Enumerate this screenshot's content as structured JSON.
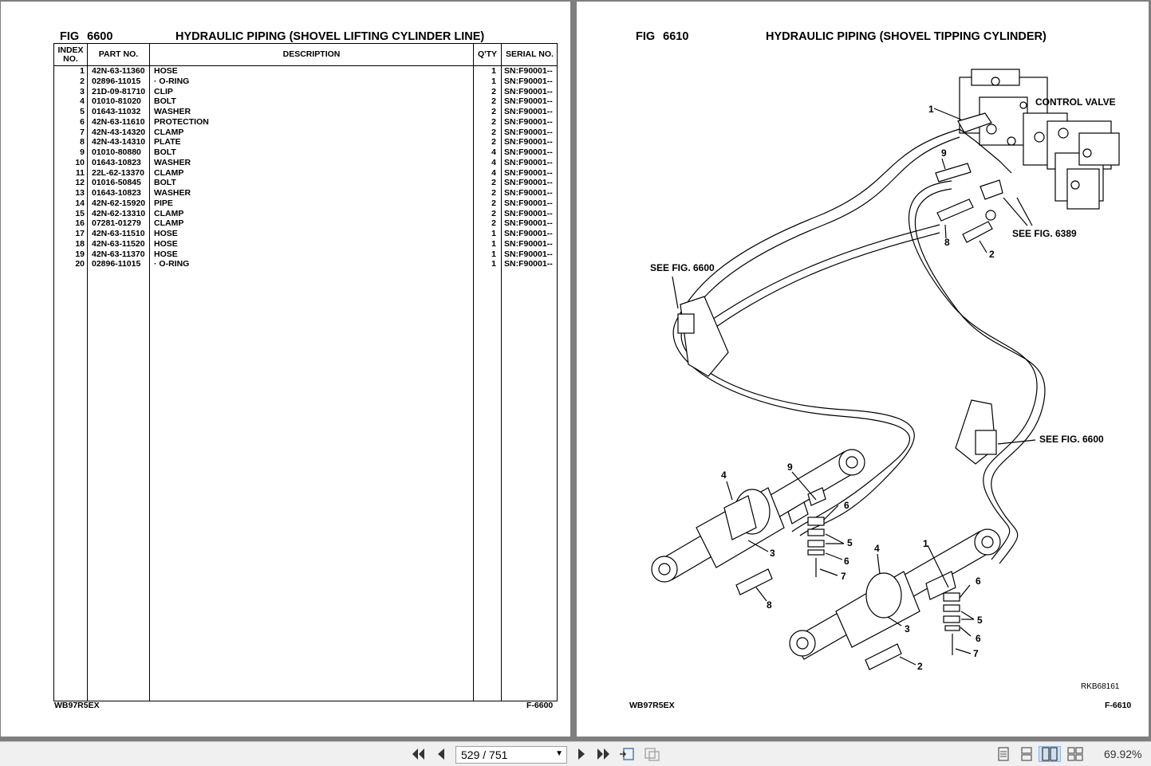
{
  "left_page": {
    "fig_label": "FIG",
    "fig_number": "6600",
    "title": "HYDRAULIC PIPING (SHOVEL LIFTING CYLINDER LINE)",
    "headers": {
      "index": "INDEX NO.",
      "part_no": "PART NO.",
      "description": "DESCRIPTION",
      "qty": "Q'TY",
      "serial": "SERIAL NO."
    },
    "rows": [
      {
        "index": "1",
        "part": "42N-63-11360",
        "desc": "HOSE",
        "qty": "1",
        "serial": "SN:F90001--"
      },
      {
        "index": "2",
        "part": "02896-11015",
        "desc": "·  O-RING",
        "qty": "1",
        "serial": "SN:F90001--"
      },
      {
        "index": "3",
        "part": "21D-09-81710",
        "desc": "CLIP",
        "qty": "2",
        "serial": "SN:F90001--"
      },
      {
        "index": "4",
        "part": "01010-81020",
        "desc": "BOLT",
        "qty": "2",
        "serial": "SN:F90001--"
      },
      {
        "index": "5",
        "part": "01643-11032",
        "desc": "WASHER",
        "qty": "2",
        "serial": "SN:F90001--"
      },
      {
        "index": "6",
        "part": "42N-63-11610",
        "desc": "PROTECTION",
        "qty": "2",
        "serial": "SN:F90001--"
      },
      {
        "index": "7",
        "part": "42N-43-14320",
        "desc": "CLAMP",
        "qty": "2",
        "serial": "SN:F90001--"
      },
      {
        "index": "8",
        "part": "42N-43-14310",
        "desc": "PLATE",
        "qty": "2",
        "serial": "SN:F90001--"
      },
      {
        "index": "9",
        "part": "01010-80880",
        "desc": "BOLT",
        "qty": "4",
        "serial": "SN:F90001--"
      },
      {
        "index": "10",
        "part": "01643-10823",
        "desc": "WASHER",
        "qty": "4",
        "serial": "SN:F90001--"
      },
      {
        "index": "11",
        "part": "22L-62-13370",
        "desc": "CLAMP",
        "qty": "4",
        "serial": "SN:F90001--"
      },
      {
        "index": "12",
        "part": "01016-50845",
        "desc": "BOLT",
        "qty": "2",
        "serial": "SN:F90001--"
      },
      {
        "index": "13",
        "part": "01643-10823",
        "desc": "WASHER",
        "qty": "2",
        "serial": "SN:F90001--"
      },
      {
        "index": "14",
        "part": "42N-62-15920",
        "desc": "PIPE",
        "qty": "2",
        "serial": "SN:F90001--"
      },
      {
        "index": "15",
        "part": "42N-62-13310",
        "desc": "CLAMP",
        "qty": "2",
        "serial": "SN:F90001--"
      },
      {
        "index": "16",
        "part": "07281-01279",
        "desc": "CLAMP",
        "qty": "2",
        "serial": "SN:F90001--"
      },
      {
        "index": "17",
        "part": "42N-63-11510",
        "desc": "HOSE",
        "qty": "1",
        "serial": "SN:F90001--"
      },
      {
        "index": "18",
        "part": "42N-63-11520",
        "desc": "HOSE",
        "qty": "1",
        "serial": "SN:F90001--"
      },
      {
        "index": "19",
        "part": "42N-63-11370",
        "desc": "HOSE",
        "qty": "1",
        "serial": "SN:F90001--"
      },
      {
        "index": "20",
        "part": "02896-11015",
        "desc": "·  O-RING",
        "qty": "1",
        "serial": "SN:F90001--"
      }
    ],
    "footer_model": "WB97R5EX",
    "footer_page": "F-6600"
  },
  "right_page": {
    "fig_label": "FIG",
    "fig_number": "6610",
    "title": "HYDRAULIC PIPING (SHOVEL TIPPING CYLINDER)",
    "labels": {
      "control_valve": "CONTROL VALVE",
      "see_6389": "SEE FIG. 6389",
      "see_6600_a": "SEE FIG. 6600",
      "see_6600_b": "SEE FIG. 6600",
      "drawing_code": "RKB68161"
    },
    "callouts": [
      "1",
      "9",
      "8",
      "2",
      "4",
      "9",
      "6",
      "5",
      "3",
      "6",
      "7",
      "8",
      "4",
      "1",
      "6",
      "5",
      "3",
      "6",
      "7",
      "2"
    ],
    "footer_model": "WB97R5EX",
    "footer_page": "F-6610"
  },
  "toolbar": {
    "page_current": "529 / 751",
    "zoom": "69.92%"
  }
}
